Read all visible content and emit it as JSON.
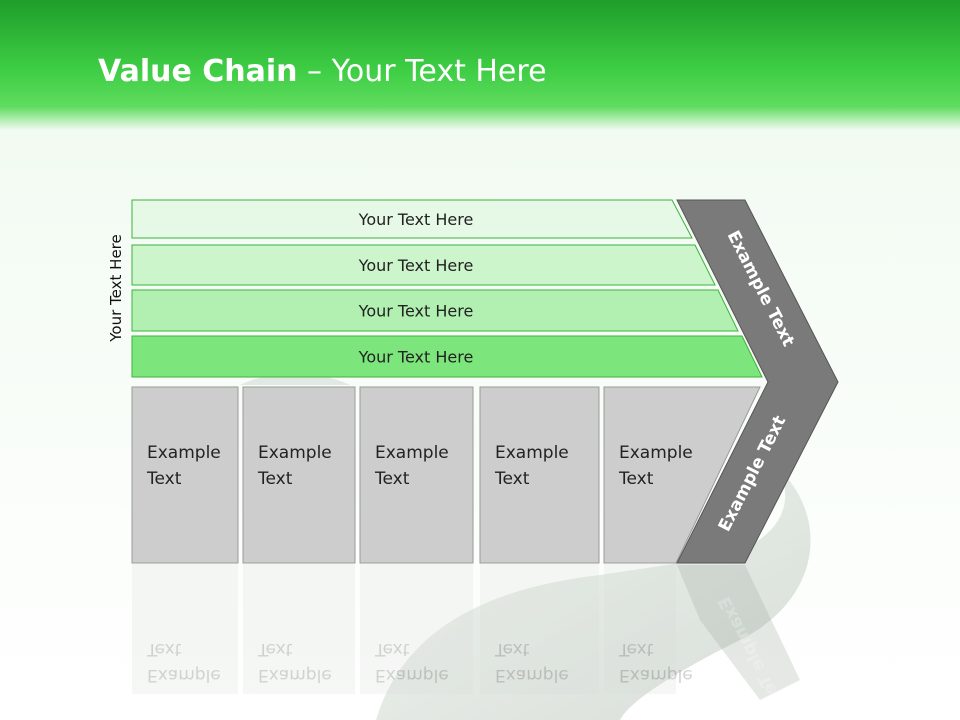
{
  "header": {
    "title_bold": "Value Chain",
    "title_rest": " – Your Text Here"
  },
  "side_label": "Your Text Here",
  "support_rows": [
    {
      "label": "Your Text Here",
      "color": "#e6f9e6"
    },
    {
      "label": "Your Text Here",
      "color": "#ccf5cc"
    },
    {
      "label": "Your Text Here",
      "color": "#b1f0b1"
    },
    {
      "label": "Your Text Here",
      "color": "#7ce67c"
    }
  ],
  "primary_boxes": [
    {
      "line1": "Example",
      "line2": "Text"
    },
    {
      "line1": "Example",
      "line2": "Text"
    },
    {
      "line1": "Example",
      "line2": "Text"
    },
    {
      "line1": "Example",
      "line2": "Text"
    },
    {
      "line1": "Example",
      "line2": "Text"
    }
  ],
  "chevron": {
    "upper_label": "Example Text",
    "lower_label": "Example Text",
    "color": "#7a7a7a"
  },
  "colors": {
    "header_green": "#3fce45",
    "row_stroke": "#3bb33b",
    "box_fill": "#cdcdcd",
    "box_stroke": "#9a9a9a"
  }
}
